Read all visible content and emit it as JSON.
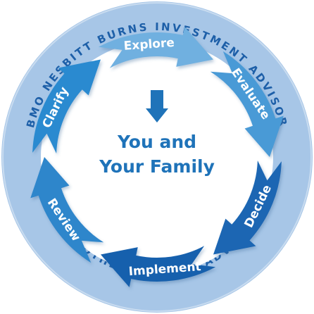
{
  "outer_ring": {
    "top_text": "BMO NESBITT BURNS INVESTMENT ADVISOR",
    "bottom_text": "YOUR OTHER TRUSTED ADVISORS"
  },
  "center": {
    "line1": "You and",
    "line2": "Your Family",
    "arrow_icon": "up-arrow"
  },
  "cycle_steps": [
    {
      "label": "Clarify",
      "color": "#2a8ad0"
    },
    {
      "label": "Explore",
      "color": "#6fb0e0"
    },
    {
      "label": "Evaluate",
      "color": "#4a9ad6"
    },
    {
      "label": "Decide",
      "color": "#1a66b3"
    },
    {
      "label": "Implement",
      "color": "#1560ad"
    },
    {
      "label": "Review",
      "color": "#2f86cb"
    }
  ],
  "colors": {
    "ring_fill": "#a7c6e7",
    "ring_text": "#1d5fa8",
    "center_text": "#1f73b9",
    "center_arrow": "#1f73b9",
    "inner_circle": "#ffffff"
  }
}
